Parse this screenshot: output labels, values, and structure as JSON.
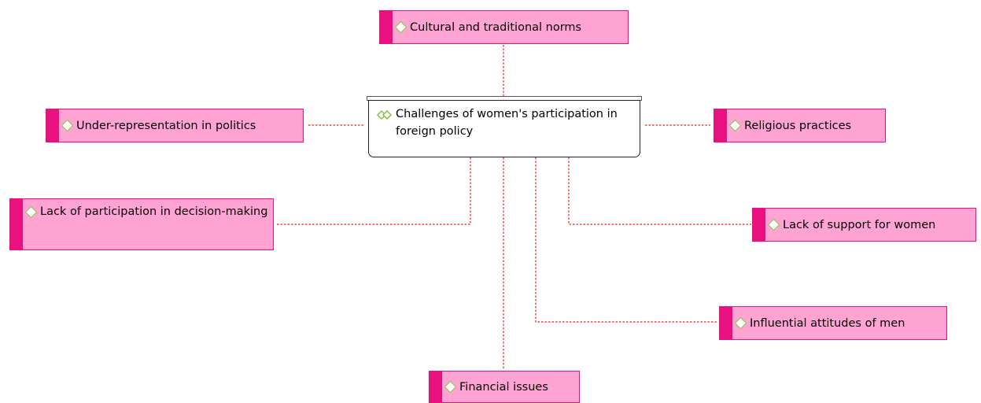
{
  "diagram": {
    "central": {
      "label": "Challenges of women's participation in foreign policy"
    },
    "factors": [
      {
        "id": "cultural",
        "label": "Cultural and traditional norms"
      },
      {
        "id": "under-rep",
        "label": "Under-representation in politics"
      },
      {
        "id": "religious",
        "label": "Religious practices"
      },
      {
        "id": "decision",
        "label": "Lack of participation in decision-making"
      },
      {
        "id": "support",
        "label": "Lack of support for women"
      },
      {
        "id": "attitudes",
        "label": "Influential attitudes of men"
      },
      {
        "id": "financial",
        "label": "Financial issues"
      }
    ],
    "colors": {
      "node_fill": "#ffa3d3",
      "node_accent": "#e8117f",
      "connector": "#e2231a",
      "diamond": "#7fbf3a"
    }
  }
}
